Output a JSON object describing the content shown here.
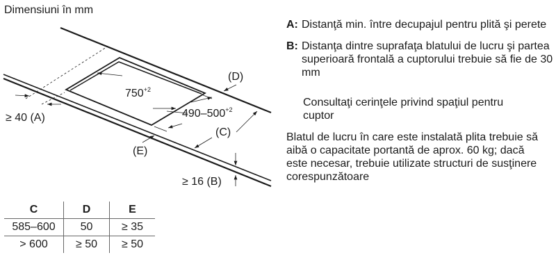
{
  "title": "Dimensiuni în mm",
  "diagram": {
    "cutout_length": "750",
    "cutout_length_tol": "+2",
    "cutout_depth": "490–500",
    "cutout_depth_tol": "+2",
    "label_a": "≥ 40 (A)",
    "label_b": "≥ 16 (B)",
    "label_c": "(C)",
    "label_d": "(D)",
    "label_e": "(E)"
  },
  "table": {
    "headers": [
      "C",
      "D",
      "E"
    ],
    "rows": [
      [
        "585–600",
        "50",
        "≥ 35"
      ],
      [
        "> 600",
        "≥ 50",
        "≥ 50"
      ]
    ]
  },
  "notes": [
    {
      "key": "A:",
      "text": "Distanţă min. între decupajul pentru plită şi perete"
    },
    {
      "key": "B:",
      "text": "Distanţa dintre suprafaţa blatului de lucru şi partea superioară frontală a cuptorului trebuie să fie de 30 mm"
    }
  ],
  "oven_note": "Consultaţi cerinţele privind spaţiul pentru cuptor",
  "load_note": "Blatul de lucru în care este instalată plita trebuie să aibă o capacitate portantă de aprox. 60 kg; dacă este necesar, trebuie utilizate structuri de susţinere corespunzătoare"
}
